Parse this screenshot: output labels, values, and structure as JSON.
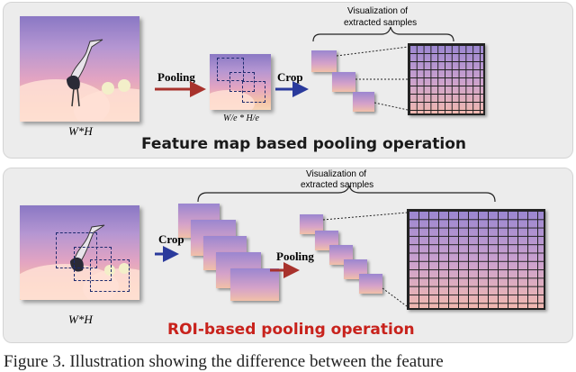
{
  "top": {
    "title": "Feature map based pooling operation",
    "input_label": "W*H",
    "pooling_label": "Pooling",
    "crop_label": "Crop",
    "feature_size_label": "W/e * H/e",
    "viz_line1": "Visualization of",
    "viz_line2": "extracted samples"
  },
  "bottom": {
    "title": "ROI-based pooling operation",
    "input_label": "W*H",
    "crop_label": "Crop",
    "pooling_label": "Pooling",
    "viz_line1": "Visualization of",
    "viz_line2": "extracted samples"
  },
  "caption": "Figure 3. Illustration showing the difference between the feature",
  "colors": {
    "title_top": "#1a1a1a",
    "title_bottom": "#c8221c",
    "arrow_red": "#a8322c",
    "arrow_blue": "#2a3a9c"
  }
}
